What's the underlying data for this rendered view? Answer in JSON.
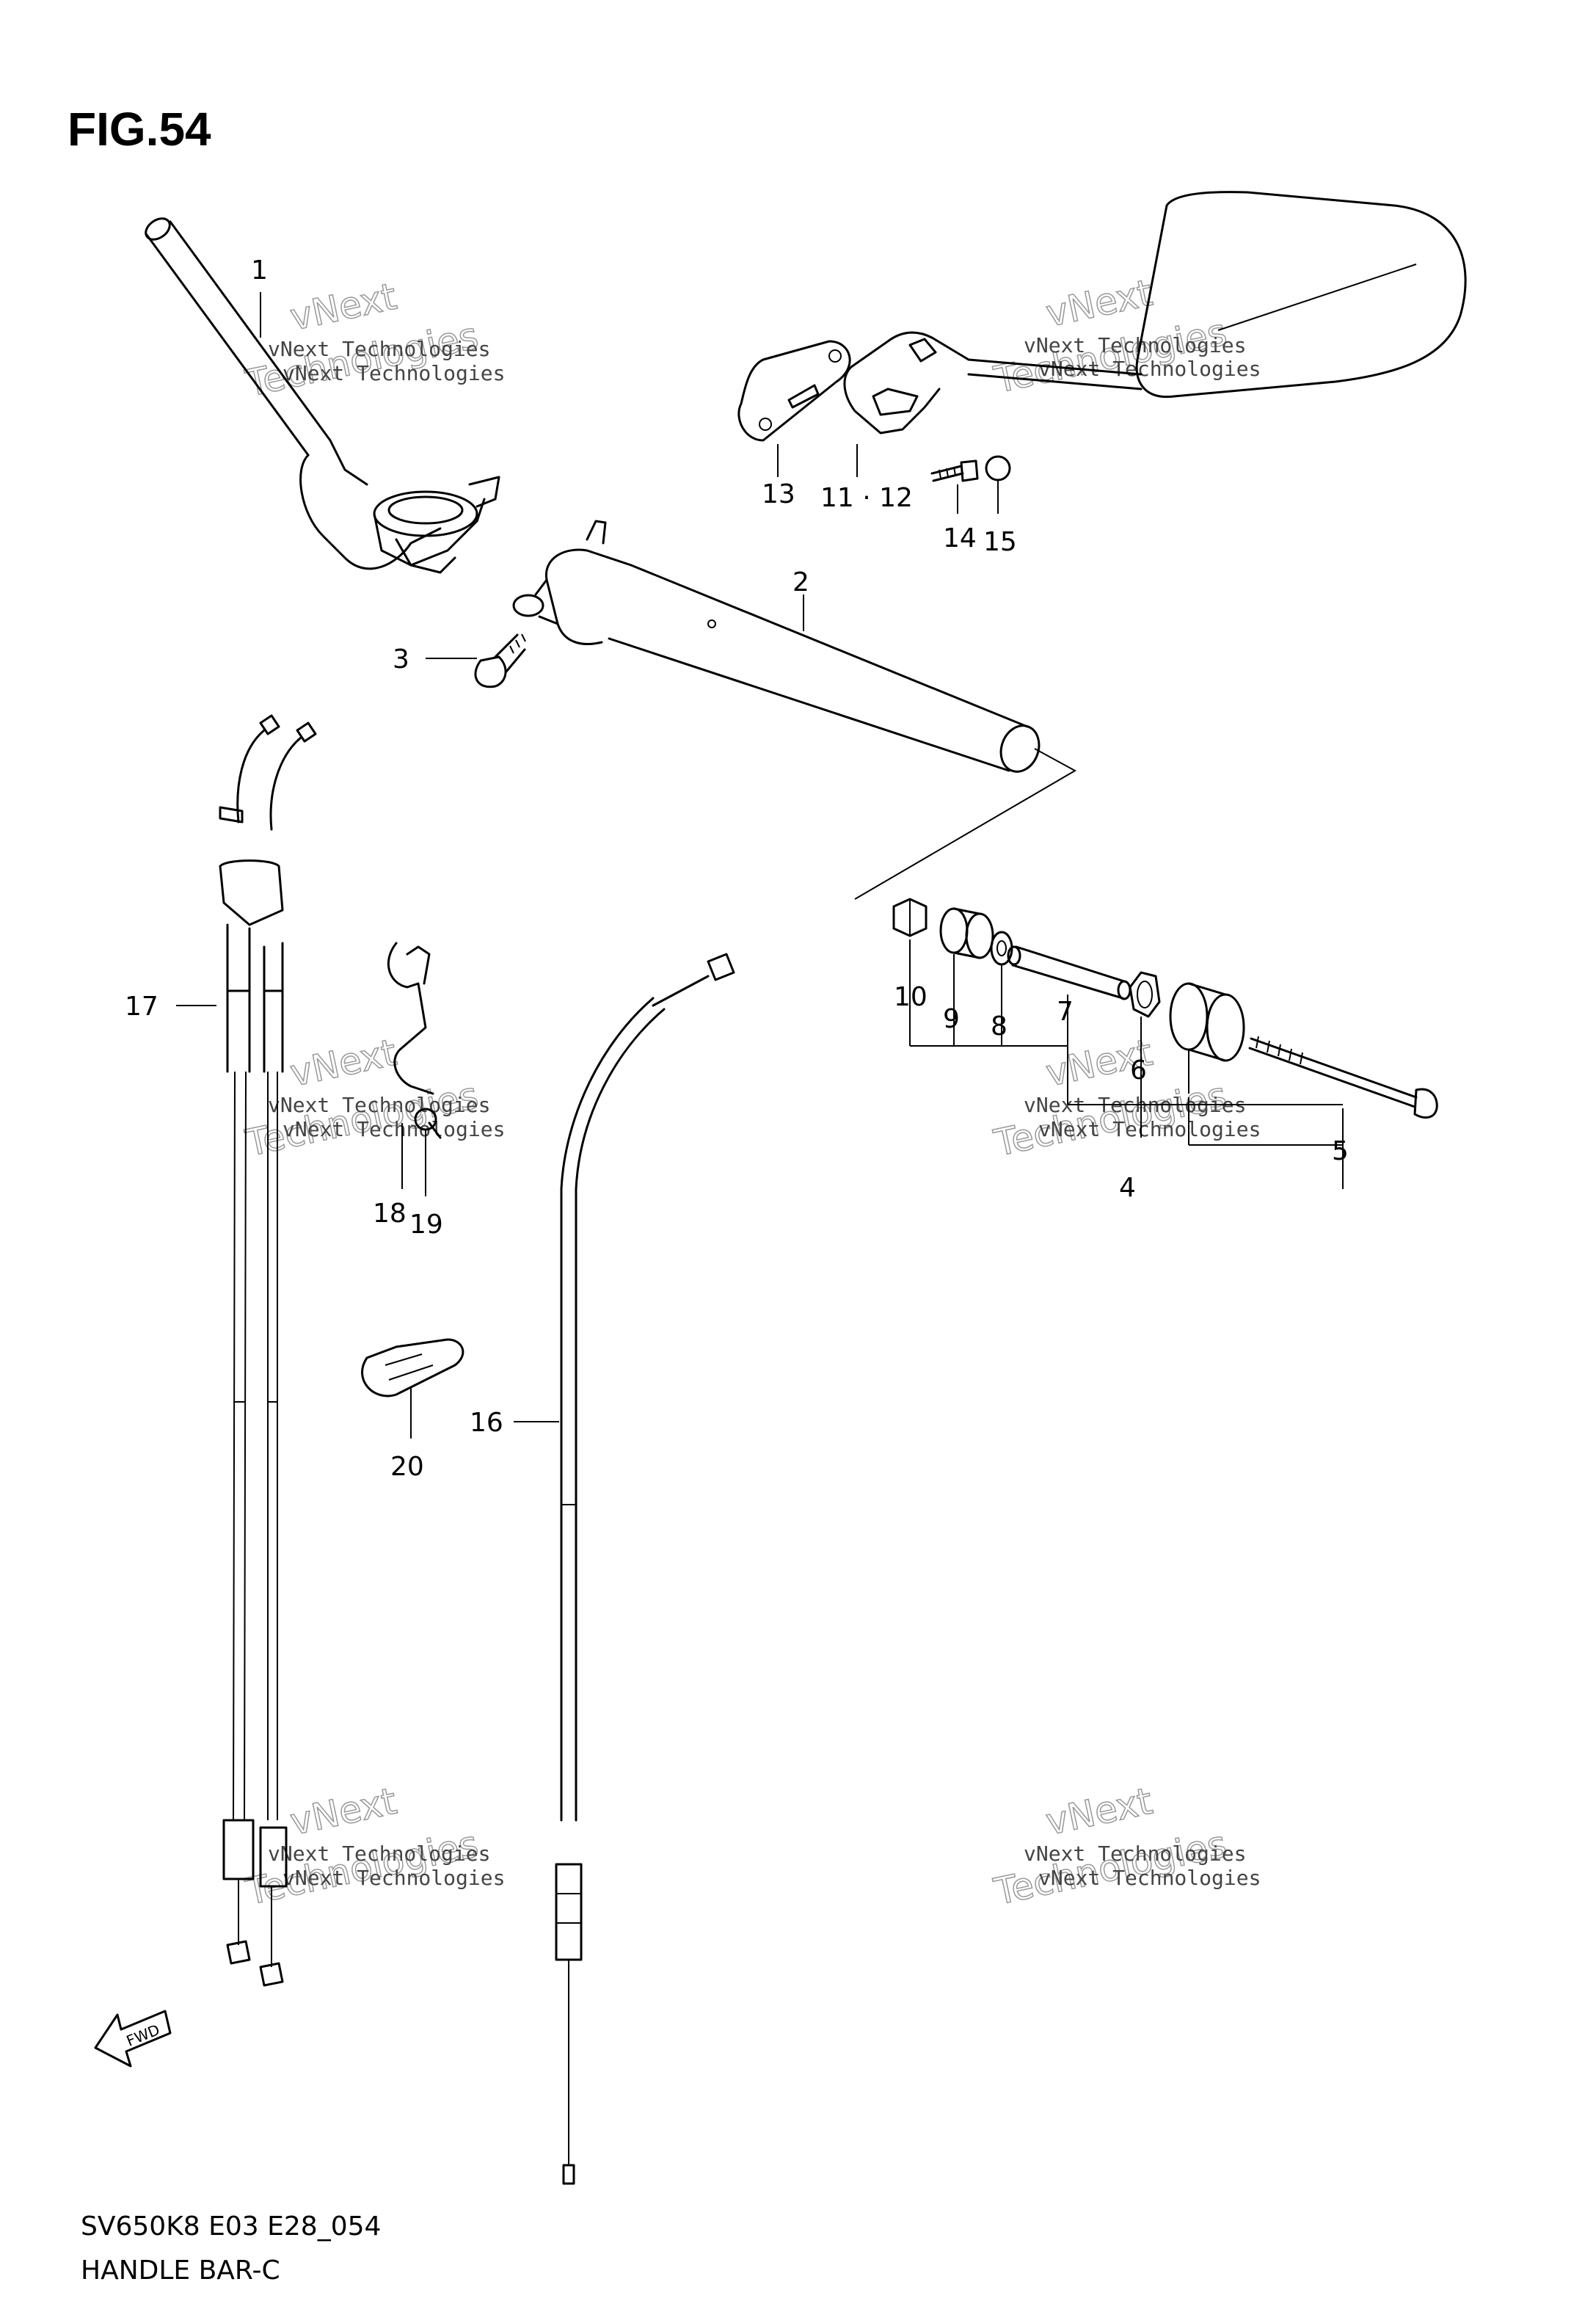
{
  "figure": {
    "title": "FIG.54",
    "caption_line1": "SV650K8 E03 E28_054",
    "caption_line2": "HANDLE BAR-C"
  },
  "callouts": [
    "1",
    "2",
    "3",
    "4",
    "5",
    "6",
    "7",
    "8",
    "9",
    "10",
    "11 · 12",
    "13",
    "14",
    "15",
    "16",
    "17",
    "18",
    "19",
    "20"
  ],
  "watermark": {
    "text_small": "vNext Technologies",
    "text_big_1": "vNext",
    "text_big_2": "Technologies"
  },
  "fwd_label": "FWD"
}
